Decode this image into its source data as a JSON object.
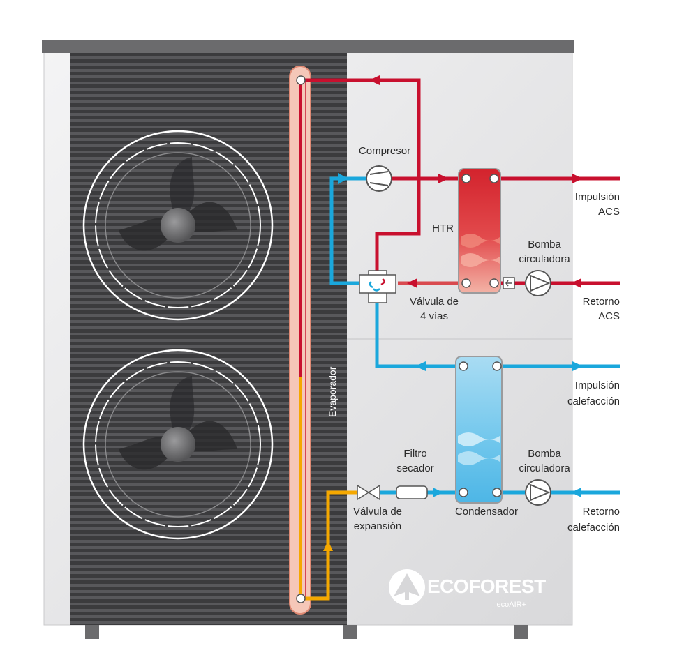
{
  "diagram": {
    "labels": {
      "compresor": "Compresor",
      "htr": "HTR",
      "bomba_acs_1": "Bomba",
      "bomba_acs_2": "circuladora",
      "impulsion_acs_1": "Impulsión",
      "impulsion_acs_2": "ACS",
      "retorno_acs_1": "Retorno",
      "retorno_acs_2": "ACS",
      "valvula4_1": "Válvula de",
      "valvula4_2": "4 vías",
      "evaporador": "Evaporador",
      "impulsion_cal_1": "Impulsión",
      "impulsion_cal_2": "calefacción",
      "filtro_1": "Filtro",
      "filtro_2": "secador",
      "bomba_cal_1": "Bomba",
      "bomba_cal_2": "circuladora",
      "retorno_cal_1": "Retorno",
      "retorno_cal_2": "calefacción",
      "valvula_exp_1": "Válvula de",
      "valvula_exp_2": "expansión",
      "condensador": "Condensador"
    },
    "brand": {
      "name": "ECOFOREST",
      "product": "ecoAIR+"
    },
    "colors": {
      "hot": "#c8102e",
      "cold": "#1aa7dc",
      "liquid": "#f5a800",
      "casing": "#e9e9ea",
      "grille": "#3a3a3c"
    }
  }
}
